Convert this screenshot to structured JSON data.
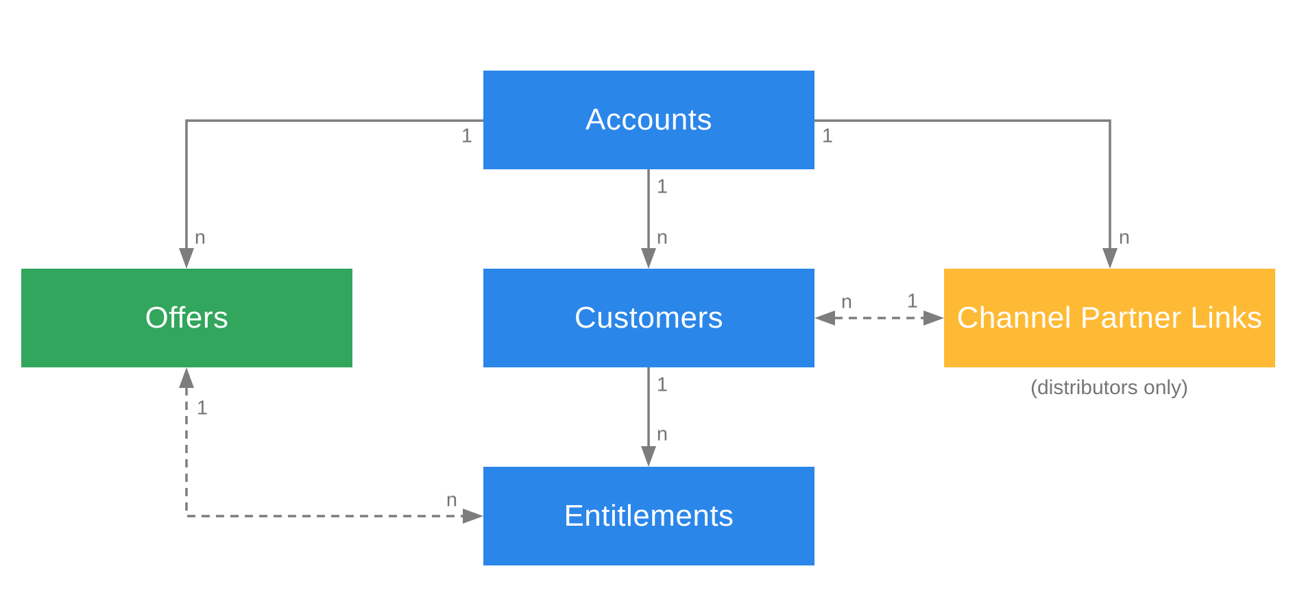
{
  "diagram": {
    "type": "entity-relationship",
    "background_color": "#ffffff",
    "line_color": "#7d7d7d",
    "multiplicity_label_color": "#757575",
    "nodes": [
      {
        "id": "accounts",
        "label": "Accounts",
        "color": "#2b86e9",
        "text_color": "#ffffff"
      },
      {
        "id": "offers",
        "label": "Offers",
        "color": "#31a65c",
        "text_color": "#ffffff"
      },
      {
        "id": "customers",
        "label": "Customers",
        "color": "#2b86e9",
        "text_color": "#ffffff"
      },
      {
        "id": "channel-partner-links",
        "label": "Channel Partner Links",
        "caption": "(distributors only)",
        "color": "#ffba35",
        "text_color": "#ffffff"
      },
      {
        "id": "entitlements",
        "label": "Entitlements",
        "color": "#2b86e9",
        "text_color": "#ffffff"
      }
    ],
    "edges": [
      {
        "id": "accounts-offers",
        "from": "Accounts",
        "to": "Offers",
        "style": "solid",
        "arrows": "to",
        "from_label": "1",
        "to_label": "n"
      },
      {
        "id": "accounts-customers",
        "from": "Accounts",
        "to": "Customers",
        "style": "solid",
        "arrows": "to",
        "from_label": "1",
        "to_label": "n"
      },
      {
        "id": "accounts-channel-partner-links",
        "from": "Accounts",
        "to": "Channel Partner Links",
        "style": "solid",
        "arrows": "to",
        "from_label": "1",
        "to_label": "n"
      },
      {
        "id": "customers-channel-partner-links",
        "from": "Customers",
        "to": "Channel Partner Links",
        "style": "dashed",
        "arrows": "both",
        "from_label": "n",
        "to_label": "1"
      },
      {
        "id": "customers-entitlements",
        "from": "Customers",
        "to": "Entitlements",
        "style": "solid",
        "arrows": "to",
        "from_label": "1",
        "to_label": "n"
      },
      {
        "id": "offers-entitlements",
        "from": "Offers",
        "to": "Entitlements",
        "style": "dashed",
        "arrows": "both",
        "from_label": "1",
        "to_label": "n"
      }
    ]
  }
}
